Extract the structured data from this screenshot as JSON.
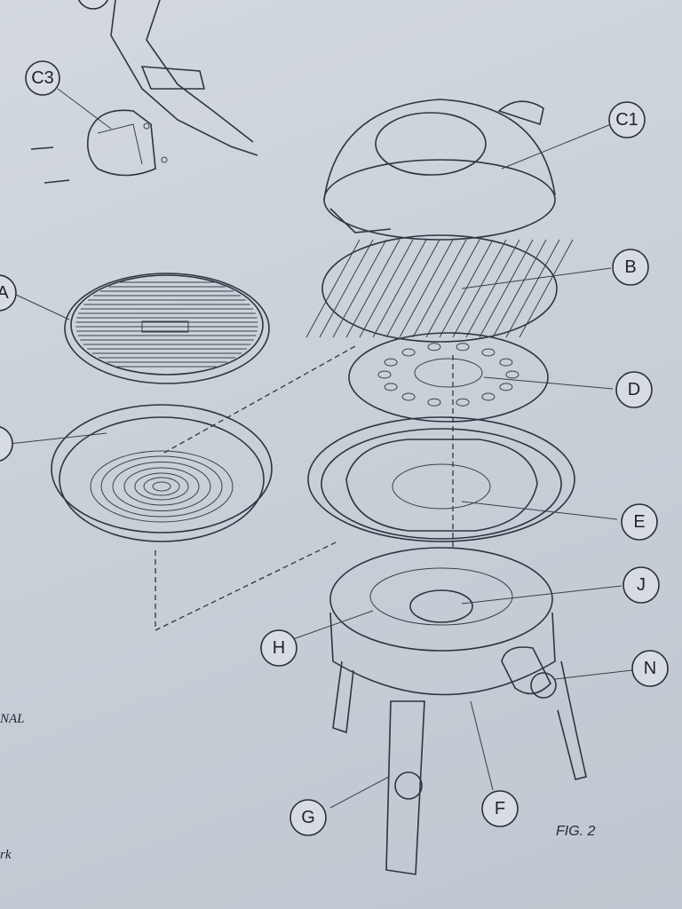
{
  "figure": {
    "caption": "FIG. 2"
  },
  "callouts": {
    "c3": "C3",
    "a": "A",
    "c1": "C1",
    "b": "B",
    "d": "D",
    "e": "E",
    "j": "J",
    "n": "N",
    "h": "H",
    "g": "G",
    "f": "F"
  },
  "margin_text": {
    "line1": "NAL",
    "line2": "rk"
  }
}
